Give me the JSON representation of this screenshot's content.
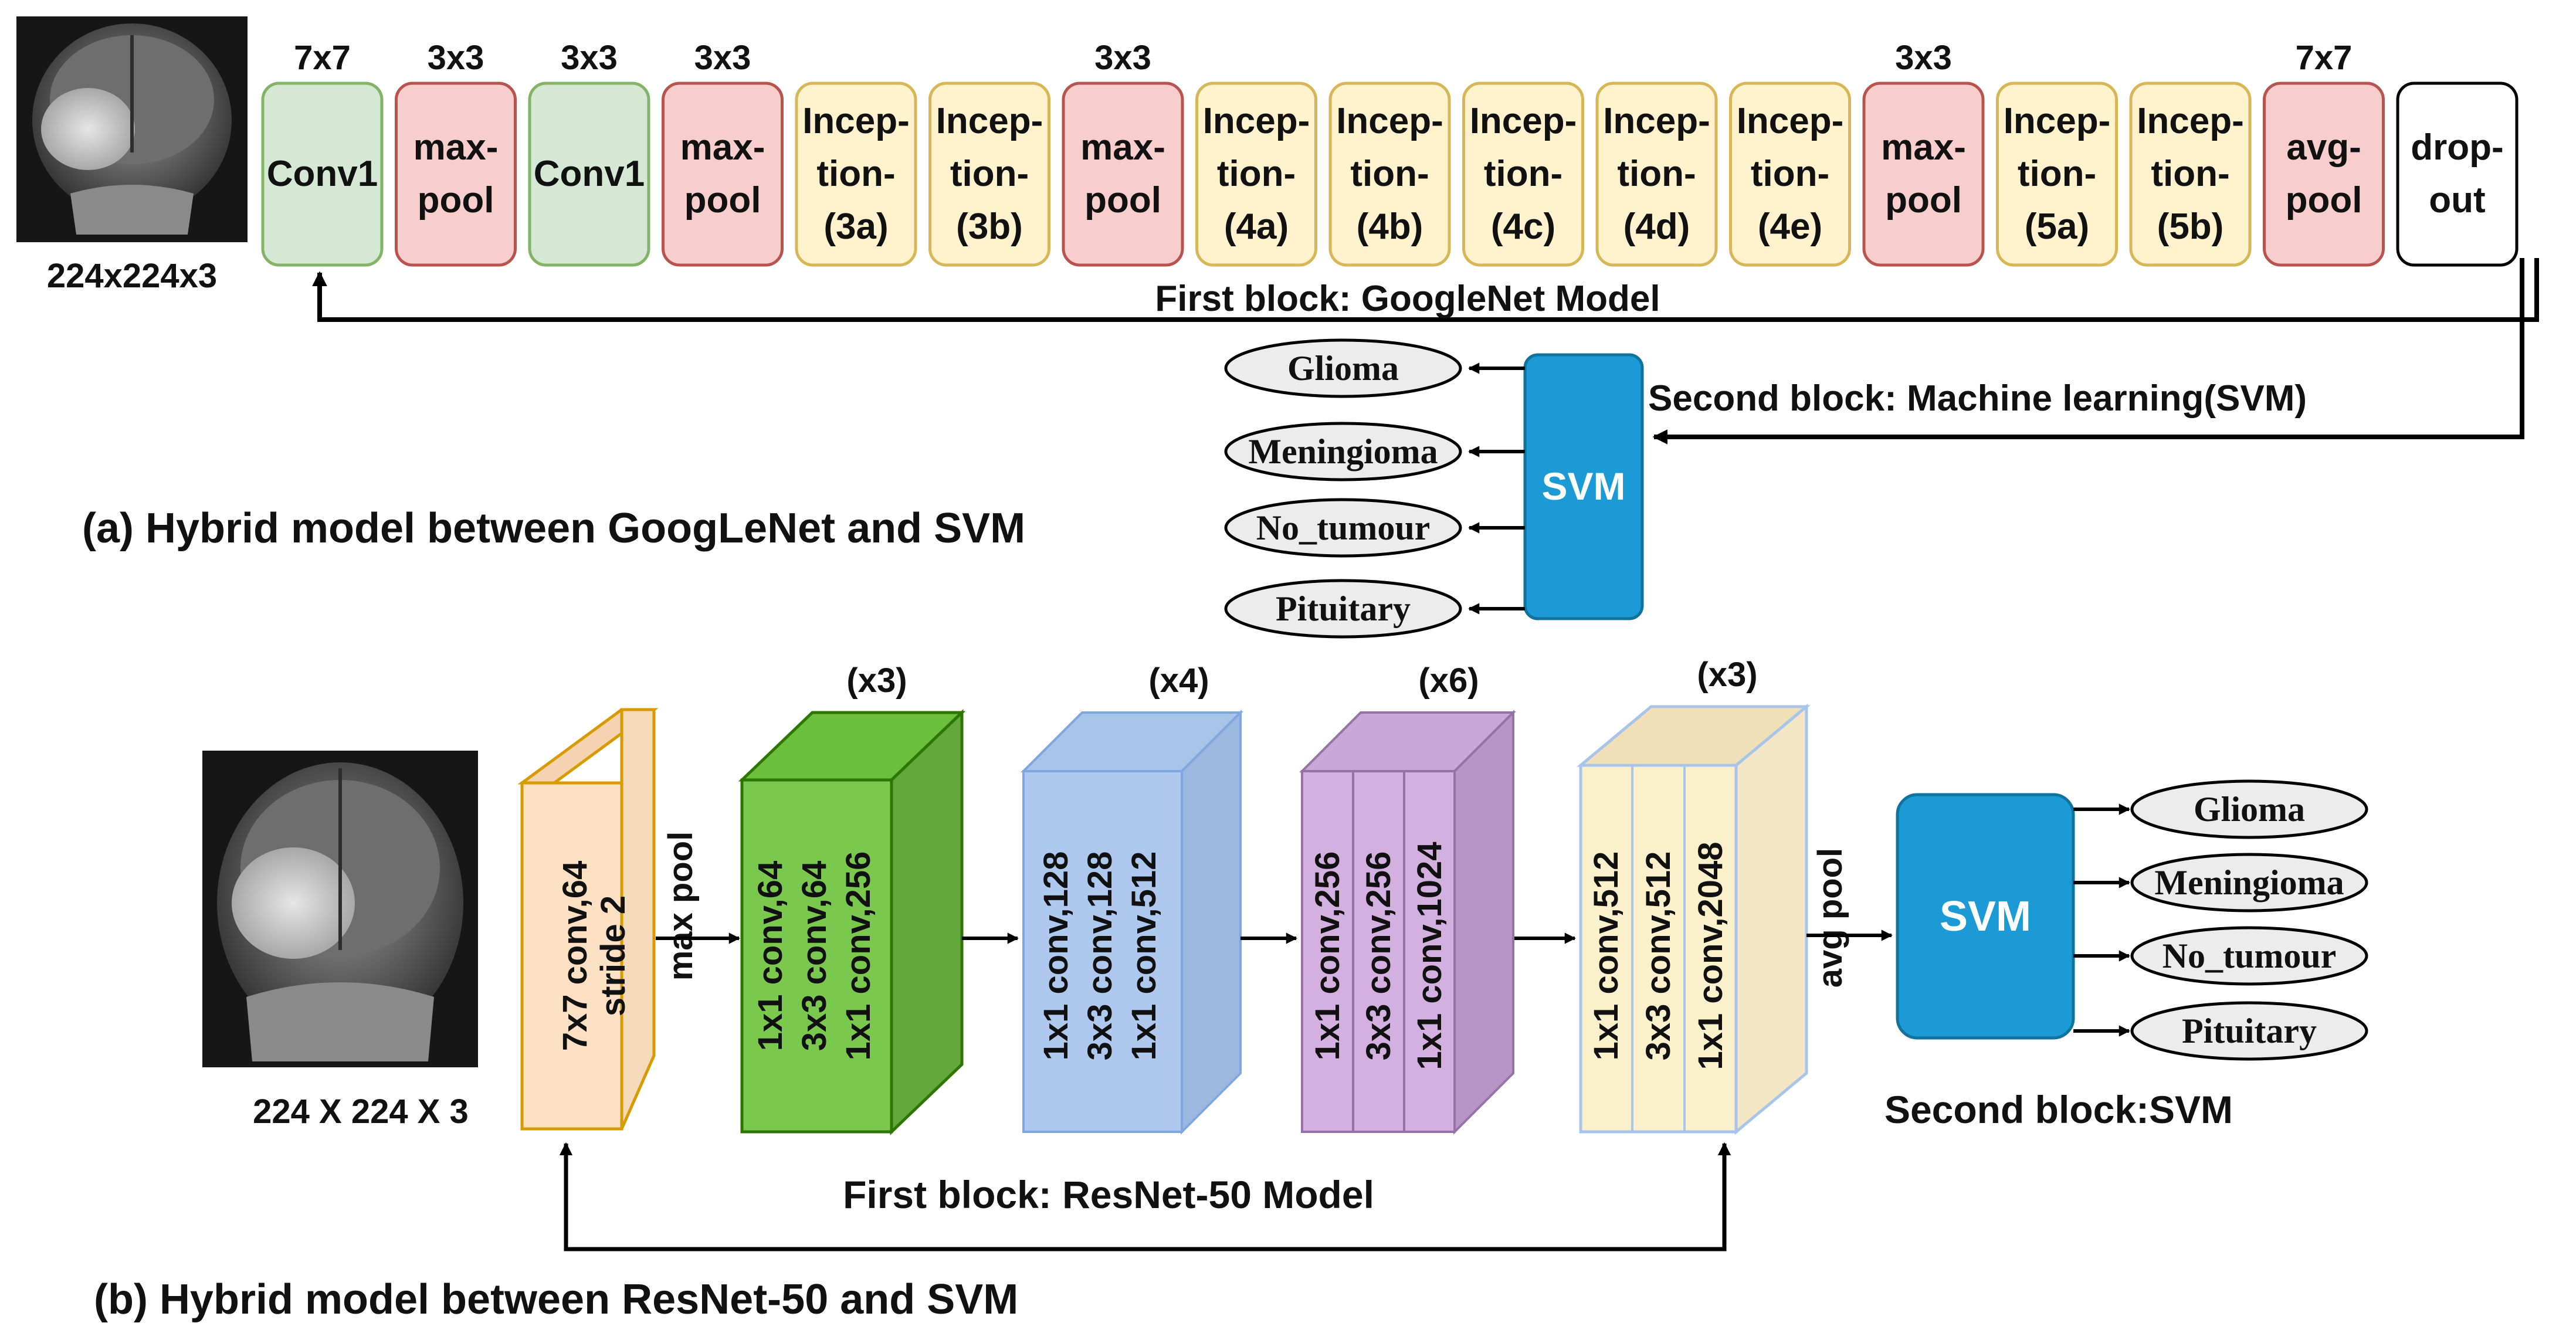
{
  "googlenet": {
    "input_size": "224x224x3",
    "layers": [
      {
        "kernel": "7x7",
        "lines": [
          "Conv1"
        ],
        "kind": "conv"
      },
      {
        "kernel": "3x3",
        "lines": [
          "max-",
          "pool"
        ],
        "kind": "pool"
      },
      {
        "kernel": "3x3",
        "lines": [
          "Conv1"
        ],
        "kind": "conv"
      },
      {
        "kernel": "3x3",
        "lines": [
          "max-",
          "pool"
        ],
        "kind": "pool"
      },
      {
        "kernel": "",
        "lines": [
          "Incep-",
          "tion-",
          "(3a)"
        ],
        "kind": "inception"
      },
      {
        "kernel": "",
        "lines": [
          "Incep-",
          "tion-",
          "(3b)"
        ],
        "kind": "inception"
      },
      {
        "kernel": "3x3",
        "lines": [
          "max-",
          "pool"
        ],
        "kind": "pool"
      },
      {
        "kernel": "",
        "lines": [
          "Incep-",
          "tion-",
          "(4a)"
        ],
        "kind": "inception"
      },
      {
        "kernel": "",
        "lines": [
          "Incep-",
          "tion-",
          "(4b)"
        ],
        "kind": "inception"
      },
      {
        "kernel": "",
        "lines": [
          "Incep-",
          "tion-",
          "(4c)"
        ],
        "kind": "inception"
      },
      {
        "kernel": "",
        "lines": [
          "Incep-",
          "tion-",
          "(4d)"
        ],
        "kind": "inception"
      },
      {
        "kernel": "",
        "lines": [
          "Incep-",
          "tion-",
          "(4e)"
        ],
        "kind": "inception"
      },
      {
        "kernel": "3x3",
        "lines": [
          "max-",
          "pool"
        ],
        "kind": "pool"
      },
      {
        "kernel": "",
        "lines": [
          "Incep-",
          "tion-",
          "(5a)"
        ],
        "kind": "inception"
      },
      {
        "kernel": "",
        "lines": [
          "Incep-",
          "tion-",
          "(5b)"
        ],
        "kind": "inception"
      },
      {
        "kernel": "7x7",
        "lines": [
          "avg-",
          "pool"
        ],
        "kind": "pool"
      },
      {
        "kernel": "",
        "lines": [
          "drop-",
          "out"
        ],
        "kind": "dropout"
      }
    ],
    "first_block_label": "First block: GoogleNet Model",
    "second_block_label": "Second block: Machine learning(SVM)",
    "svm_label": "SVM",
    "classes": [
      "Glioma",
      "Meningioma",
      "No_tumour",
      "Pituitary"
    ],
    "caption": "(a) Hybrid model between GoogLeNet and SVM"
  },
  "resnet": {
    "input_size": "224 X 224 X 3",
    "stem": [
      "7x7 conv,64",
      "stride 2"
    ],
    "maxpool_label": "max pool",
    "stages": [
      {
        "repeat": "(x3)",
        "lines": [
          "1x1 conv,64",
          "3x3 conv,64",
          "1x1 conv,256"
        ]
      },
      {
        "repeat": "(x4)",
        "lines": [
          "1x1 conv,128",
          "3x3 conv,128",
          "1x1 conv,512"
        ]
      },
      {
        "repeat": "(x6)",
        "lines": [
          "1x1 conv,256",
          "3x3 conv,256",
          "1x1 conv,1024"
        ]
      },
      {
        "repeat": "(x3)",
        "lines": [
          "1x1 conv,512",
          "3x3 conv,512",
          "1x1 conv,2048"
        ]
      }
    ],
    "avgpool_label": "avg pool",
    "svm_label": "SVM",
    "classes": [
      "Glioma",
      "Meningioma",
      "No_tumour",
      "Pituitary"
    ],
    "second_block_label": "Second block:SVM",
    "first_block_label": "First block: ResNet-50 Model",
    "caption": "(b) Hybrid model between ResNet-50 and SVM"
  },
  "colors": {
    "conv_fill": "#d5e8d4",
    "conv_stroke": "#82b366",
    "pool_fill": "#f8cecc",
    "pool_stroke": "#b85450",
    "inception_fill": "#fff2cc",
    "inception_stroke": "#d6b656",
    "svm_fill": "#1b9ad6",
    "svm_stroke": "#10739e",
    "ellipse_fill": "#ececec"
  }
}
